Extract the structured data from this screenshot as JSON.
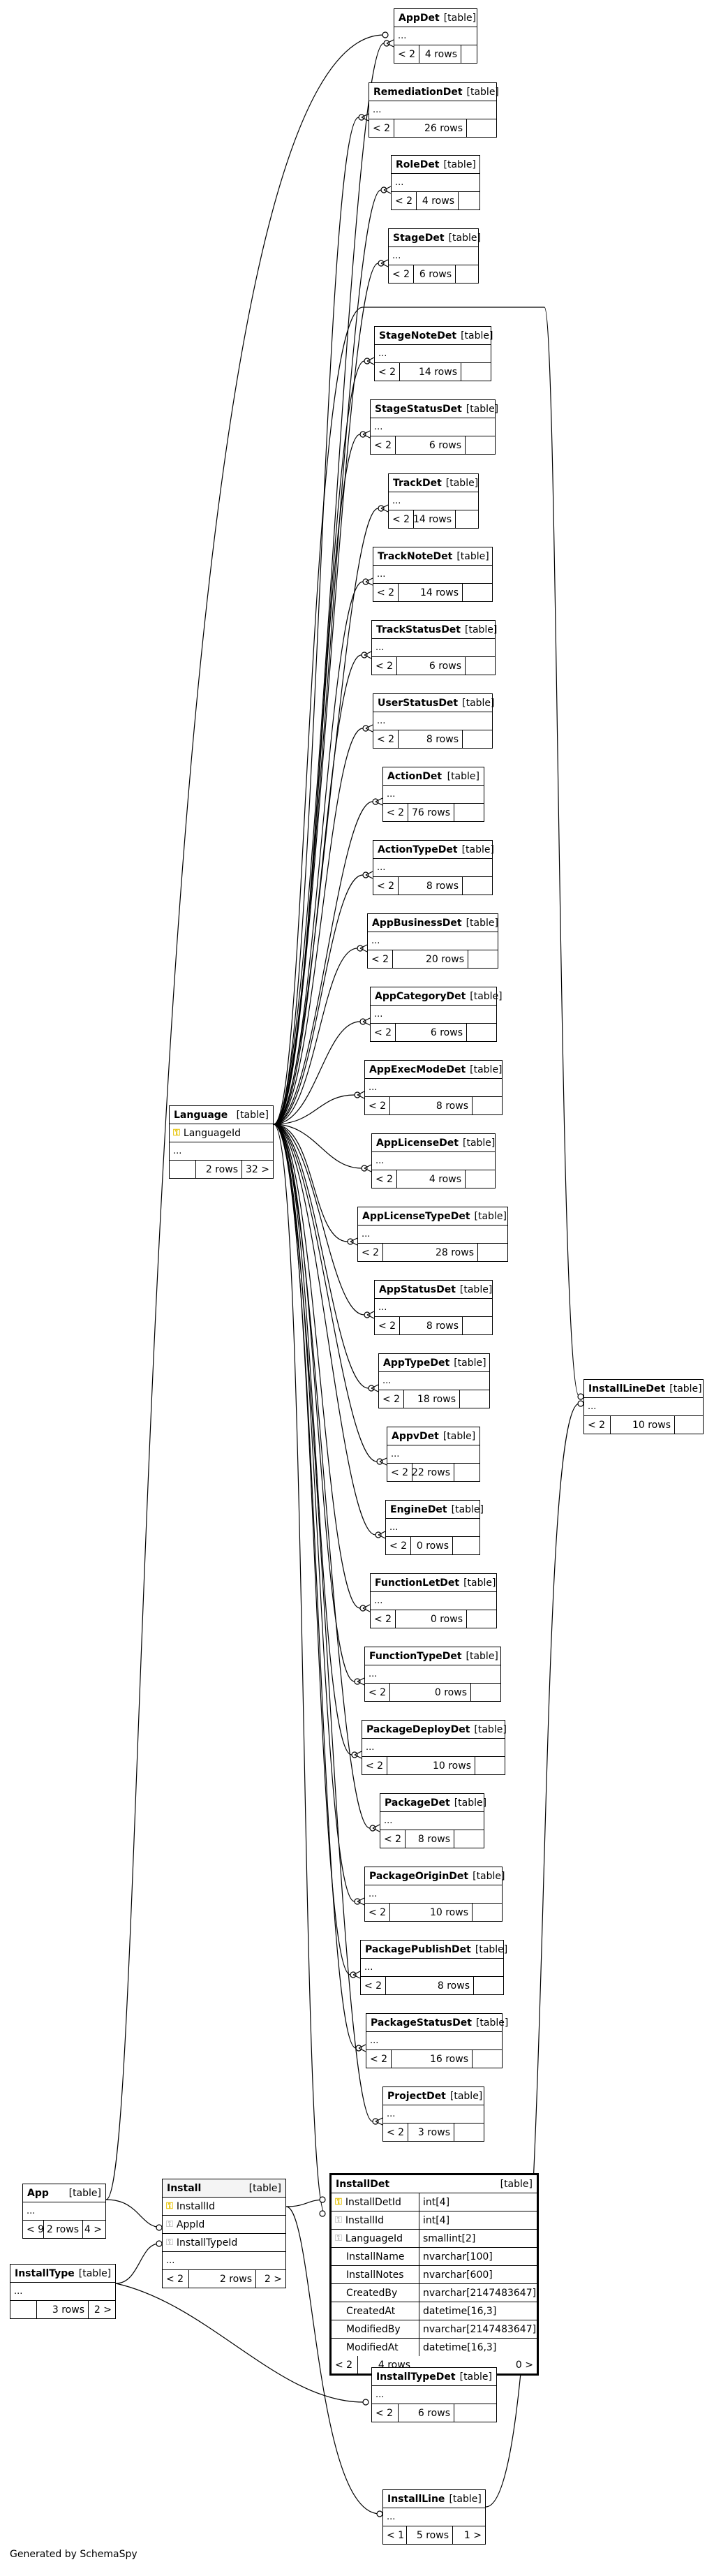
{
  "caption": "Generated by SchemaSpy",
  "label_table": "[table]",
  "ellipsis": "...",
  "det_tables": [
    {
      "name": "AppDet",
      "parents": "< 2",
      "rows": "4 rows"
    },
    {
      "name": "RemediationDet",
      "parents": "< 2",
      "rows": "26 rows"
    },
    {
      "name": "RoleDet",
      "parents": "< 2",
      "rows": "4 rows"
    },
    {
      "name": "StageDet",
      "parents": "< 2",
      "rows": "6 rows"
    },
    {
      "name": "StageNoteDet",
      "parents": "< 2",
      "rows": "14 rows"
    },
    {
      "name": "StageStatusDet",
      "parents": "< 2",
      "rows": "6 rows"
    },
    {
      "name": "TrackDet",
      "parents": "< 2",
      "rows": "14 rows"
    },
    {
      "name": "TrackNoteDet",
      "parents": "< 2",
      "rows": "14 rows"
    },
    {
      "name": "TrackStatusDet",
      "parents": "< 2",
      "rows": "6 rows"
    },
    {
      "name": "UserStatusDet",
      "parents": "< 2",
      "rows": "8 rows"
    },
    {
      "name": "ActionDet",
      "parents": "< 2",
      "rows": "76 rows"
    },
    {
      "name": "ActionTypeDet",
      "parents": "< 2",
      "rows": "8 rows"
    },
    {
      "name": "AppBusinessDet",
      "parents": "< 2",
      "rows": "20 rows"
    },
    {
      "name": "AppCategoryDet",
      "parents": "< 2",
      "rows": "6 rows"
    },
    {
      "name": "AppExecModeDet",
      "parents": "< 2",
      "rows": "8 rows"
    },
    {
      "name": "AppLicenseDet",
      "parents": "< 2",
      "rows": "4 rows"
    },
    {
      "name": "AppLicenseTypeDet",
      "parents": "< 2",
      "rows": "28 rows"
    },
    {
      "name": "AppStatusDet",
      "parents": "< 2",
      "rows": "8 rows"
    },
    {
      "name": "AppTypeDet",
      "parents": "< 2",
      "rows": "18 rows"
    },
    {
      "name": "AppvDet",
      "parents": "< 2",
      "rows": "22 rows"
    },
    {
      "name": "EngineDet",
      "parents": "< 2",
      "rows": "0 rows"
    },
    {
      "name": "FunctionLetDet",
      "parents": "< 2",
      "rows": "0 rows"
    },
    {
      "name": "FunctionTypeDet",
      "parents": "< 2",
      "rows": "0 rows"
    },
    {
      "name": "PackageDeployDet",
      "parents": "< 2",
      "rows": "10 rows"
    },
    {
      "name": "PackageDet",
      "parents": "< 2",
      "rows": "8 rows"
    },
    {
      "name": "PackageOriginDet",
      "parents": "< 2",
      "rows": "10 rows"
    },
    {
      "name": "PackagePublishDet",
      "parents": "< 2",
      "rows": "8 rows"
    },
    {
      "name": "PackageStatusDet",
      "parents": "< 2",
      "rows": "16 rows"
    },
    {
      "name": "ProjectDet",
      "parents": "< 2",
      "rows": "3 rows"
    }
  ],
  "install_line_det": {
    "name": "InstallLineDet",
    "parents": "< 2",
    "rows": "10 rows"
  },
  "language": {
    "name": "Language",
    "pk": "LanguageId",
    "rows": "2 rows",
    "children": "32 >"
  },
  "app": {
    "name": "App",
    "parents": "< 9",
    "rows": "2 rows",
    "children": "4 >"
  },
  "install_type": {
    "name": "InstallType",
    "rows": "3 rows",
    "children": "2 >"
  },
  "install": {
    "name": "Install",
    "pk": "InstallId",
    "fk1": "AppId",
    "fk2": "InstallTypeId",
    "parents": "< 2",
    "rows": "2 rows",
    "children": "2 >"
  },
  "install_det": {
    "name": "InstallDet",
    "columns": [
      {
        "name": "InstallDetId",
        "type": "int[4]",
        "key": "pk"
      },
      {
        "name": "InstallId",
        "type": "int[4]",
        "key": "fk"
      },
      {
        "name": "LanguageId",
        "type": "smallint[2]",
        "key": "fk"
      },
      {
        "name": "InstallName",
        "type": "nvarchar[100]",
        "key": ""
      },
      {
        "name": "InstallNotes",
        "type": "nvarchar[600]",
        "key": ""
      },
      {
        "name": "CreatedBy",
        "type": "nvarchar[2147483647]",
        "key": ""
      },
      {
        "name": "CreatedAt",
        "type": "datetime[16,3]",
        "key": ""
      },
      {
        "name": "ModifiedBy",
        "type": "nvarchar[2147483647]",
        "key": ""
      },
      {
        "name": "ModifiedAt",
        "type": "datetime[16,3]",
        "key": ""
      }
    ],
    "parents": "< 2",
    "rows": "4 rows",
    "children": "0 >"
  },
  "install_type_det": {
    "name": "InstallTypeDet",
    "parents": "< 2",
    "rows": "6 rows"
  },
  "install_line": {
    "name": "InstallLine",
    "parents": "< 1",
    "rows": "5 rows",
    "children": "1 >"
  }
}
